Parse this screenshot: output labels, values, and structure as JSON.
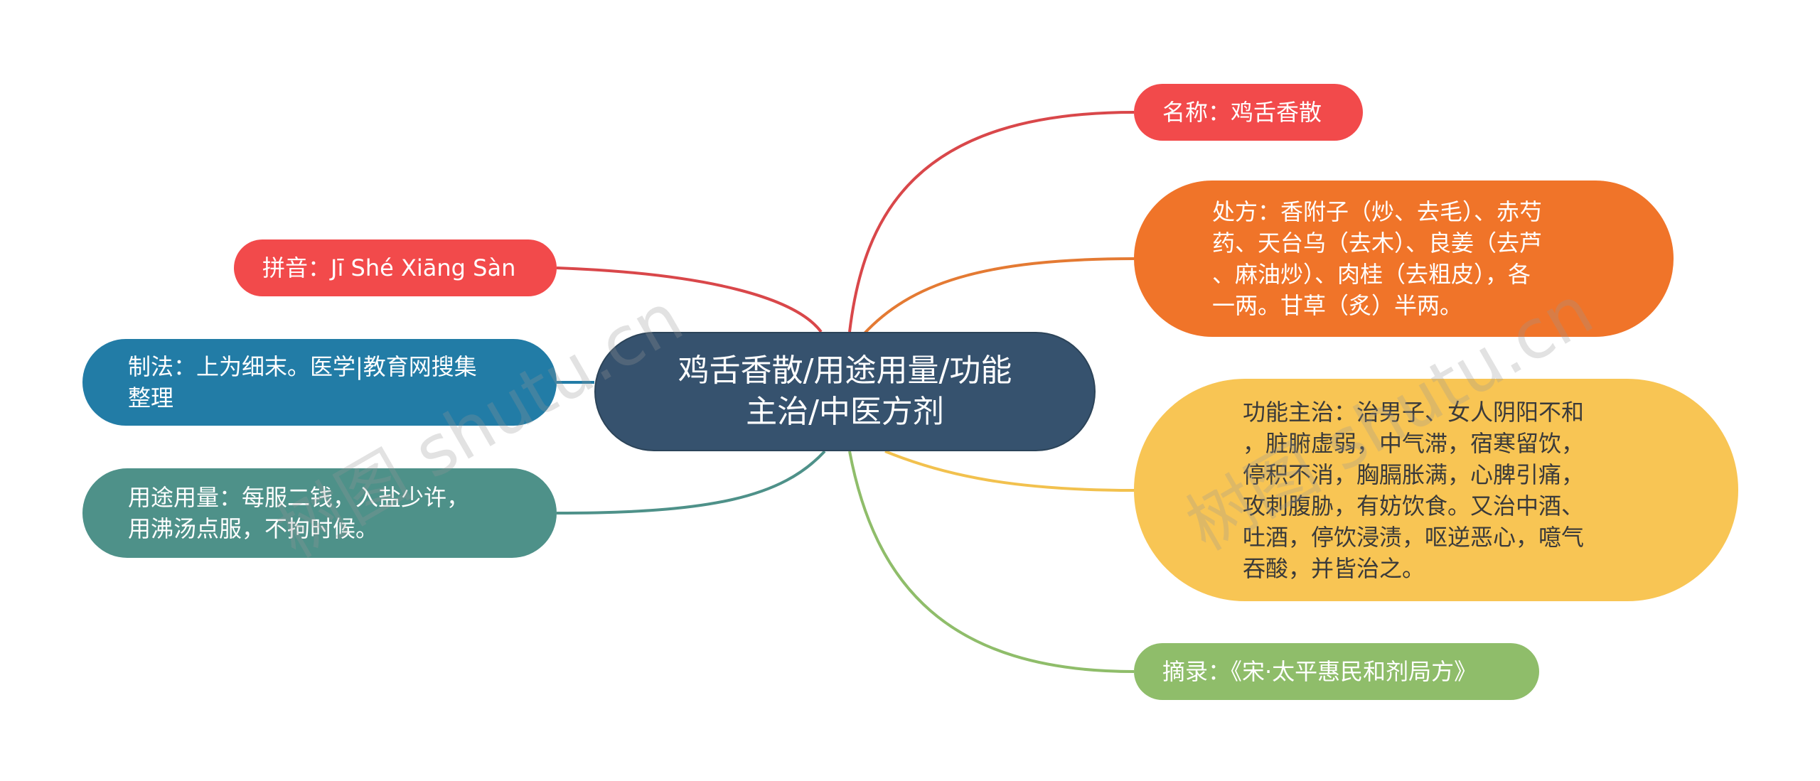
{
  "center": {
    "label": "鸡舌香散/用途用量/功能\n主治/中医方剂"
  },
  "right": [
    {
      "label": "名称：鸡舌香散",
      "color": "#f24a4b"
    },
    {
      "label": "处方：香附子（炒、去毛）、赤芍\n药、天台乌（去木）、良姜（去芦\n、麻油炒）、肉桂（去粗皮），各\n一两。甘草（炙）半两。",
      "color": "#f07429"
    },
    {
      "label": "功能主治：治男子、女人阴阳不和\n，脏腑虚弱，中气滞，宿寒留饮，\n停积不消，胸膈胀满，心脾引痛，\n攻刺腹胁，有妨饮食。又治中酒、\n吐酒，停饮浸渍，呕逆恶心，噫气\n吞酸，并皆治之。",
      "color": "#f8c554"
    },
    {
      "label": "摘录：《宋·太平惠民和剂局方》",
      "color": "#8fbd6a"
    }
  ],
  "left": [
    {
      "label": "拼音：Jī Shé Xiāng Sàn",
      "color": "#f24a4b"
    },
    {
      "label": "制法：上为细末。医学|教育网搜集\n整理",
      "color": "#227ca6"
    },
    {
      "label": "用途用量：每服二钱，入盐少许，\n用沸汤点服，不拘时候。",
      "color": "#4e9189"
    }
  ],
  "watermarks": [
    "树图 shutu.cn",
    "树图 shutu.cn"
  ]
}
